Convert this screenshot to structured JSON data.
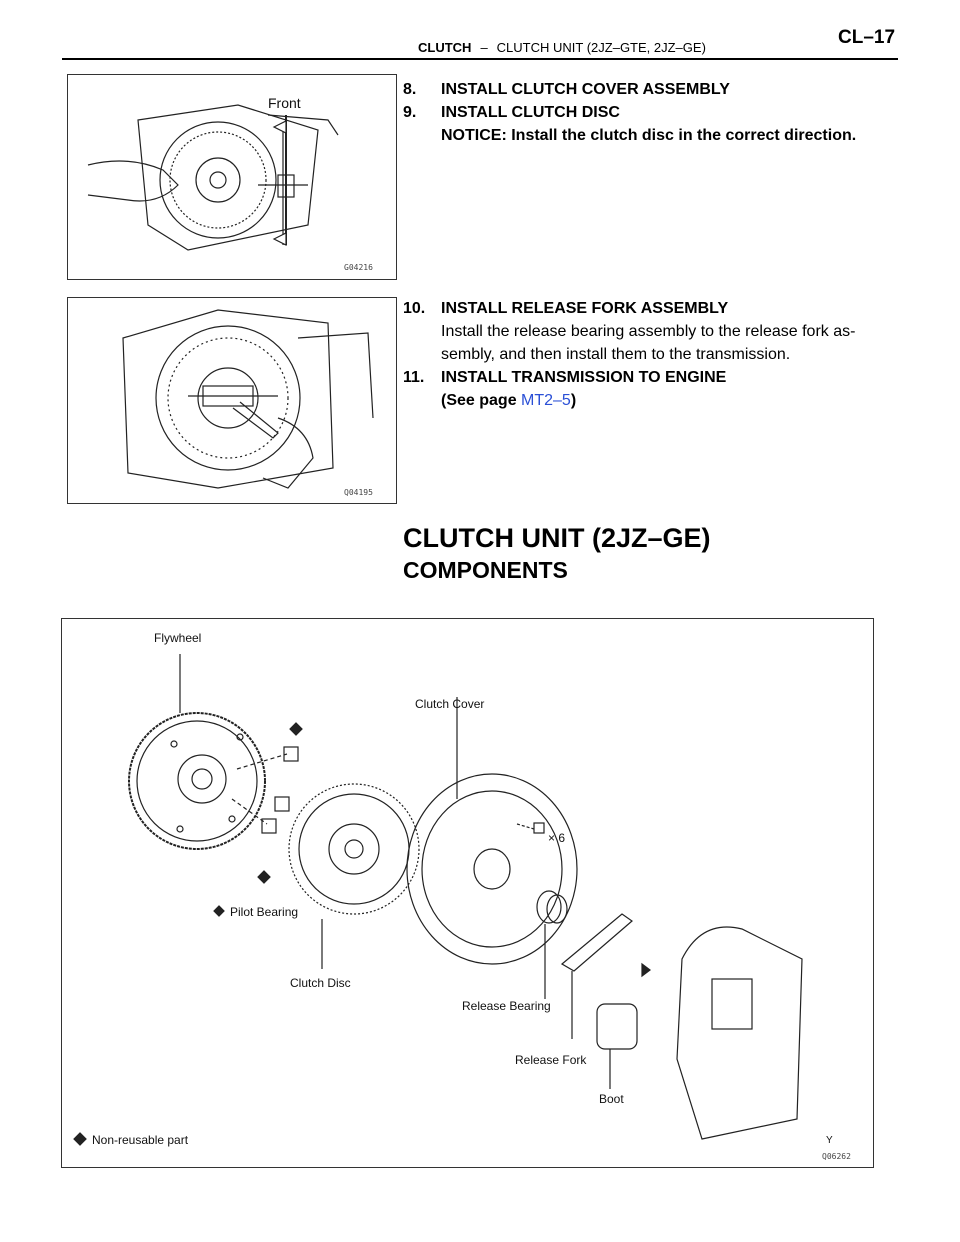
{
  "header": {
    "section": "CLUTCH",
    "separator": "–",
    "subsection": "CLUTCH UNIT (2JZ–GTE, 2JZ–GE)",
    "page": "CL–17"
  },
  "figure1": {
    "label": "Front",
    "code": "G04216"
  },
  "figure2": {
    "code": "Q04195"
  },
  "steps_top": [
    {
      "num": "8.",
      "title": "INSTALL CLUTCH COVER ASSEMBLY"
    },
    {
      "num": "9.",
      "title": "INSTALL CLUTCH DISC",
      "notice": "NOTICE: Install the clutch disc in the correct direction."
    }
  ],
  "steps_mid": [
    {
      "num": "10.",
      "title": "INSTALL RELEASE FORK ASSEMBLY",
      "body_line1": "Install the release bearing assembly to the release fork as-",
      "body_line2": "sembly, and then install them to the transmission."
    },
    {
      "num": "11.",
      "title": "INSTALL TRANSMISSION TO ENGINE",
      "see_prefix": "(See page ",
      "see_link": "MT2–5",
      "see_suffix": ")"
    }
  ],
  "section_title": "CLUTCH UNIT (2JZ–GE)",
  "section_subtitle": "COMPONENTS",
  "diagram": {
    "labels": {
      "flywheel": "Flywheel",
      "clutch_cover": "Clutch Cover",
      "times6": "× 6",
      "pilot_bearing": "Pilot Bearing",
      "clutch_disc": "Clutch Disc",
      "release_bearing": "Release Bearing",
      "release_fork": "Release Fork",
      "boot": "Boot",
      "nonreusable": "Non-reusable part",
      "y": "Y"
    },
    "code": "Q06262"
  }
}
